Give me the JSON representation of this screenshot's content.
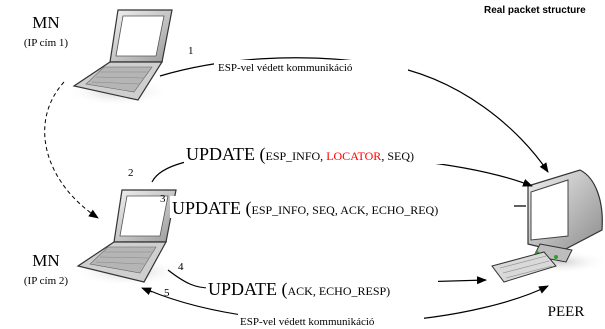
{
  "header": {
    "caption": "Real packet structure"
  },
  "nodes": {
    "mn_top": {
      "name": "MN",
      "ip": "(IP cím 1)"
    },
    "mn_bottom": {
      "name": "MN",
      "ip": "(IP cím 2)"
    },
    "peer": {
      "name": "PEER"
    }
  },
  "step_numbers": [
    "1",
    "2",
    "3",
    "4",
    "5"
  ],
  "messages": {
    "esp_top": "ESP-vel védett kommunikáció",
    "esp_bottom": "ESP-vel védett kommunikáció",
    "update1": {
      "prefix": "UPDATE (",
      "p1": "ESP_INFO, ",
      "p2": "LOCATOR",
      "p3": ", SEQ)"
    },
    "update2": {
      "prefix": "UPDATE (",
      "params": "ESP_INFO, SEQ, ACK, ECHO_REQ)"
    },
    "update3": {
      "prefix": "UPDATE (",
      "params": "ACK, ECHO_RESP)"
    }
  },
  "colors": {
    "highlight": "#ff0000",
    "arrow": "#000000",
    "laptop_body": "#d9d9d9",
    "screen": "#ffffff"
  }
}
